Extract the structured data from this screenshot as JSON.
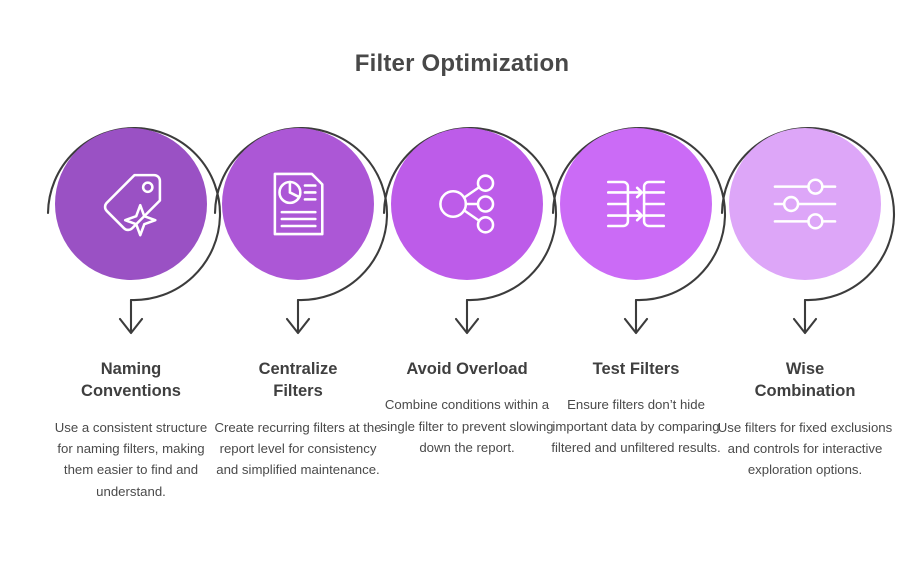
{
  "header": {
    "title": "Filter Optimization"
  },
  "theme": {
    "background": "#ffffff",
    "title_color": "#484848",
    "heading_color": "#3f3f3f",
    "body_color": "#4a4a4a",
    "arc_color": "#3c3c3c",
    "icon_color": "#ffffff"
  },
  "steps": [
    {
      "id": "naming-conventions",
      "heading": "Naming\nConventions",
      "heading_line1": "Naming",
      "heading_line2": "Conventions",
      "body": "Use a consistent structure for naming filters, making them easier to find and understand.",
      "icon": "tag-sparkle-icon",
      "color": "#9A51C4"
    },
    {
      "id": "centralize-filters",
      "heading": "Centralize\nFilters",
      "heading_line1": "Centralize",
      "heading_line2": "Filters",
      "body": "Create recurring filters at the report level for consistency and simplified maintenance.",
      "icon": "report-piechart-icon",
      "color": "#AC57D6"
    },
    {
      "id": "avoid-overload",
      "heading": "Avoid Overload",
      "heading_line1": "Avoid Overload",
      "heading_line2": "",
      "body": "Combine conditions within a single filter to prevent slowing down the report.",
      "icon": "share-network-icon",
      "color": "#BD5CE9"
    },
    {
      "id": "test-filters",
      "heading": "Test Filters",
      "heading_line1": "Test Filters",
      "heading_line2": "",
      "body": "Ensure filters don’t hide important data by comparing filtered and unfiltered results.",
      "icon": "data-transform-icon",
      "color": "#CB6BF6"
    },
    {
      "id": "wise-combination",
      "heading": "Wise\nCombination",
      "heading_line1": "Wise",
      "heading_line2": "Combination",
      "body": "Use filters for fixed exclusions and controls for interactive exploration options.",
      "icon": "sliders-icon",
      "color": "#DDA6F8"
    }
  ]
}
